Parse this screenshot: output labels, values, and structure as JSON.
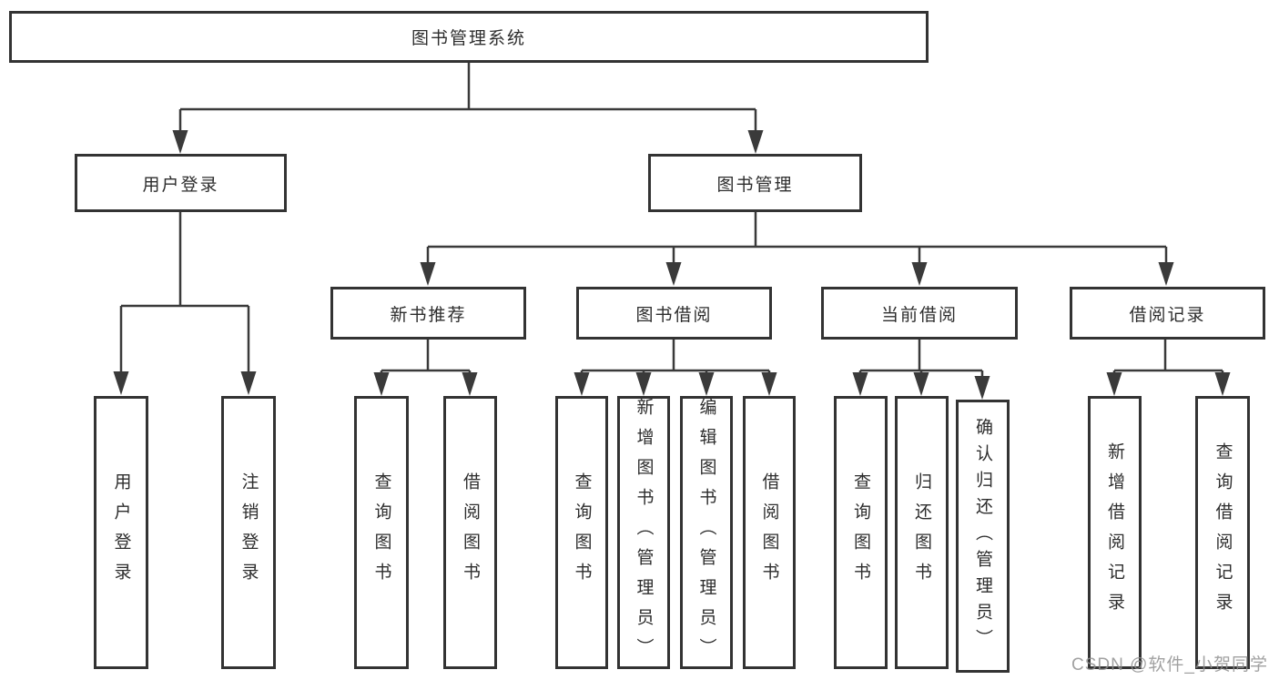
{
  "diagram": {
    "root": "图书管理系统",
    "branches": [
      {
        "label": "用户登录",
        "children": [
          "用户登录",
          "注销登录"
        ]
      },
      {
        "label": "图书管理",
        "groups": [
          {
            "label": "新书推荐",
            "children": [
              "查询图书",
              "借阅图书"
            ]
          },
          {
            "label": "图书借阅",
            "children": [
              "查询图书",
              "新增图书（管理员）",
              "编辑图书（管理员）",
              "借阅图书"
            ]
          },
          {
            "label": "当前借阅",
            "children": [
              "查询图书",
              "归还图书",
              "确认归还（管理员）"
            ]
          },
          {
            "label": "借阅记录",
            "children": [
              "新增借阅记录",
              "查询借阅记录"
            ]
          }
        ]
      }
    ]
  },
  "colors": {
    "line": "#3a3a3a",
    "box_border": "#333333",
    "text": "#2d2d2d",
    "background": "#ffffff",
    "watermark": "#919191"
  },
  "watermark": "CSDN @软件_小贺同学"
}
